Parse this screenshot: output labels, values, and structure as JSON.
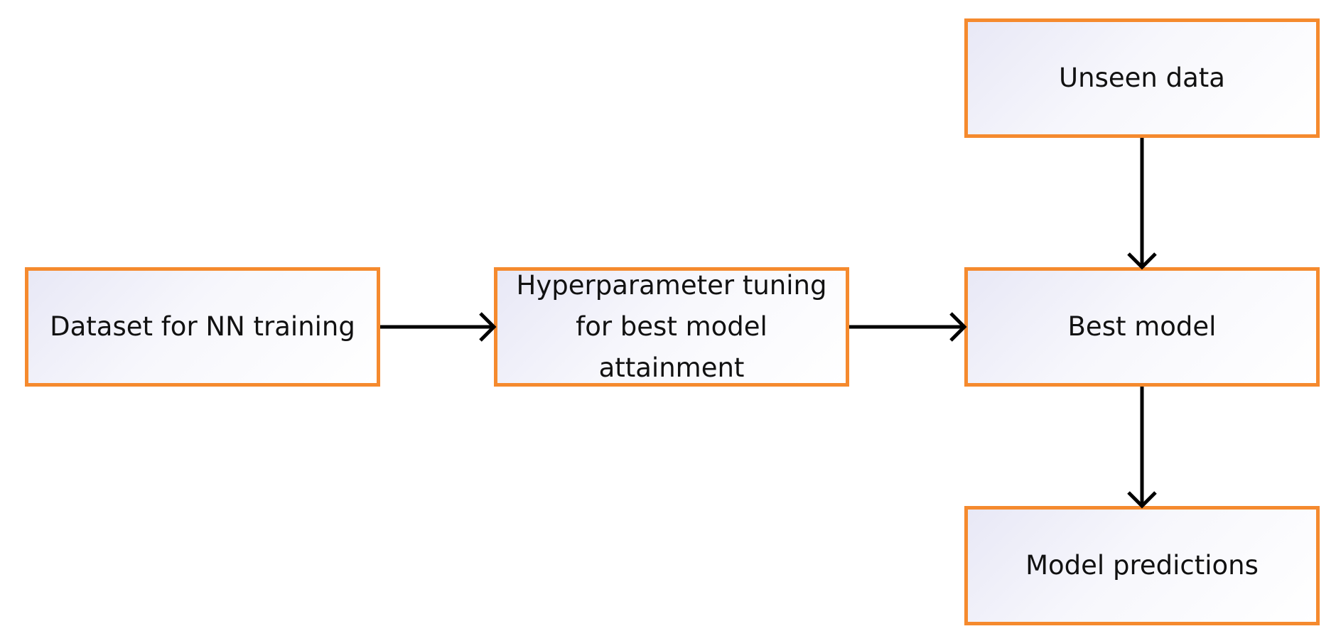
{
  "nodes": {
    "dataset": {
      "lines": [
        "Dataset for NN training"
      ]
    },
    "hyperparameter": {
      "lines": [
        "Hyperparameter tuning",
        "for best model",
        "attainment"
      ]
    },
    "best_model": {
      "lines": [
        "Best model"
      ]
    },
    "unseen_data": {
      "lines": [
        "Unseen data"
      ]
    },
    "predictions": {
      "lines": [
        "Model predictions"
      ]
    }
  },
  "colors": {
    "box_border": "#f58a2e",
    "arrow": "#000000",
    "text": "#111111"
  }
}
